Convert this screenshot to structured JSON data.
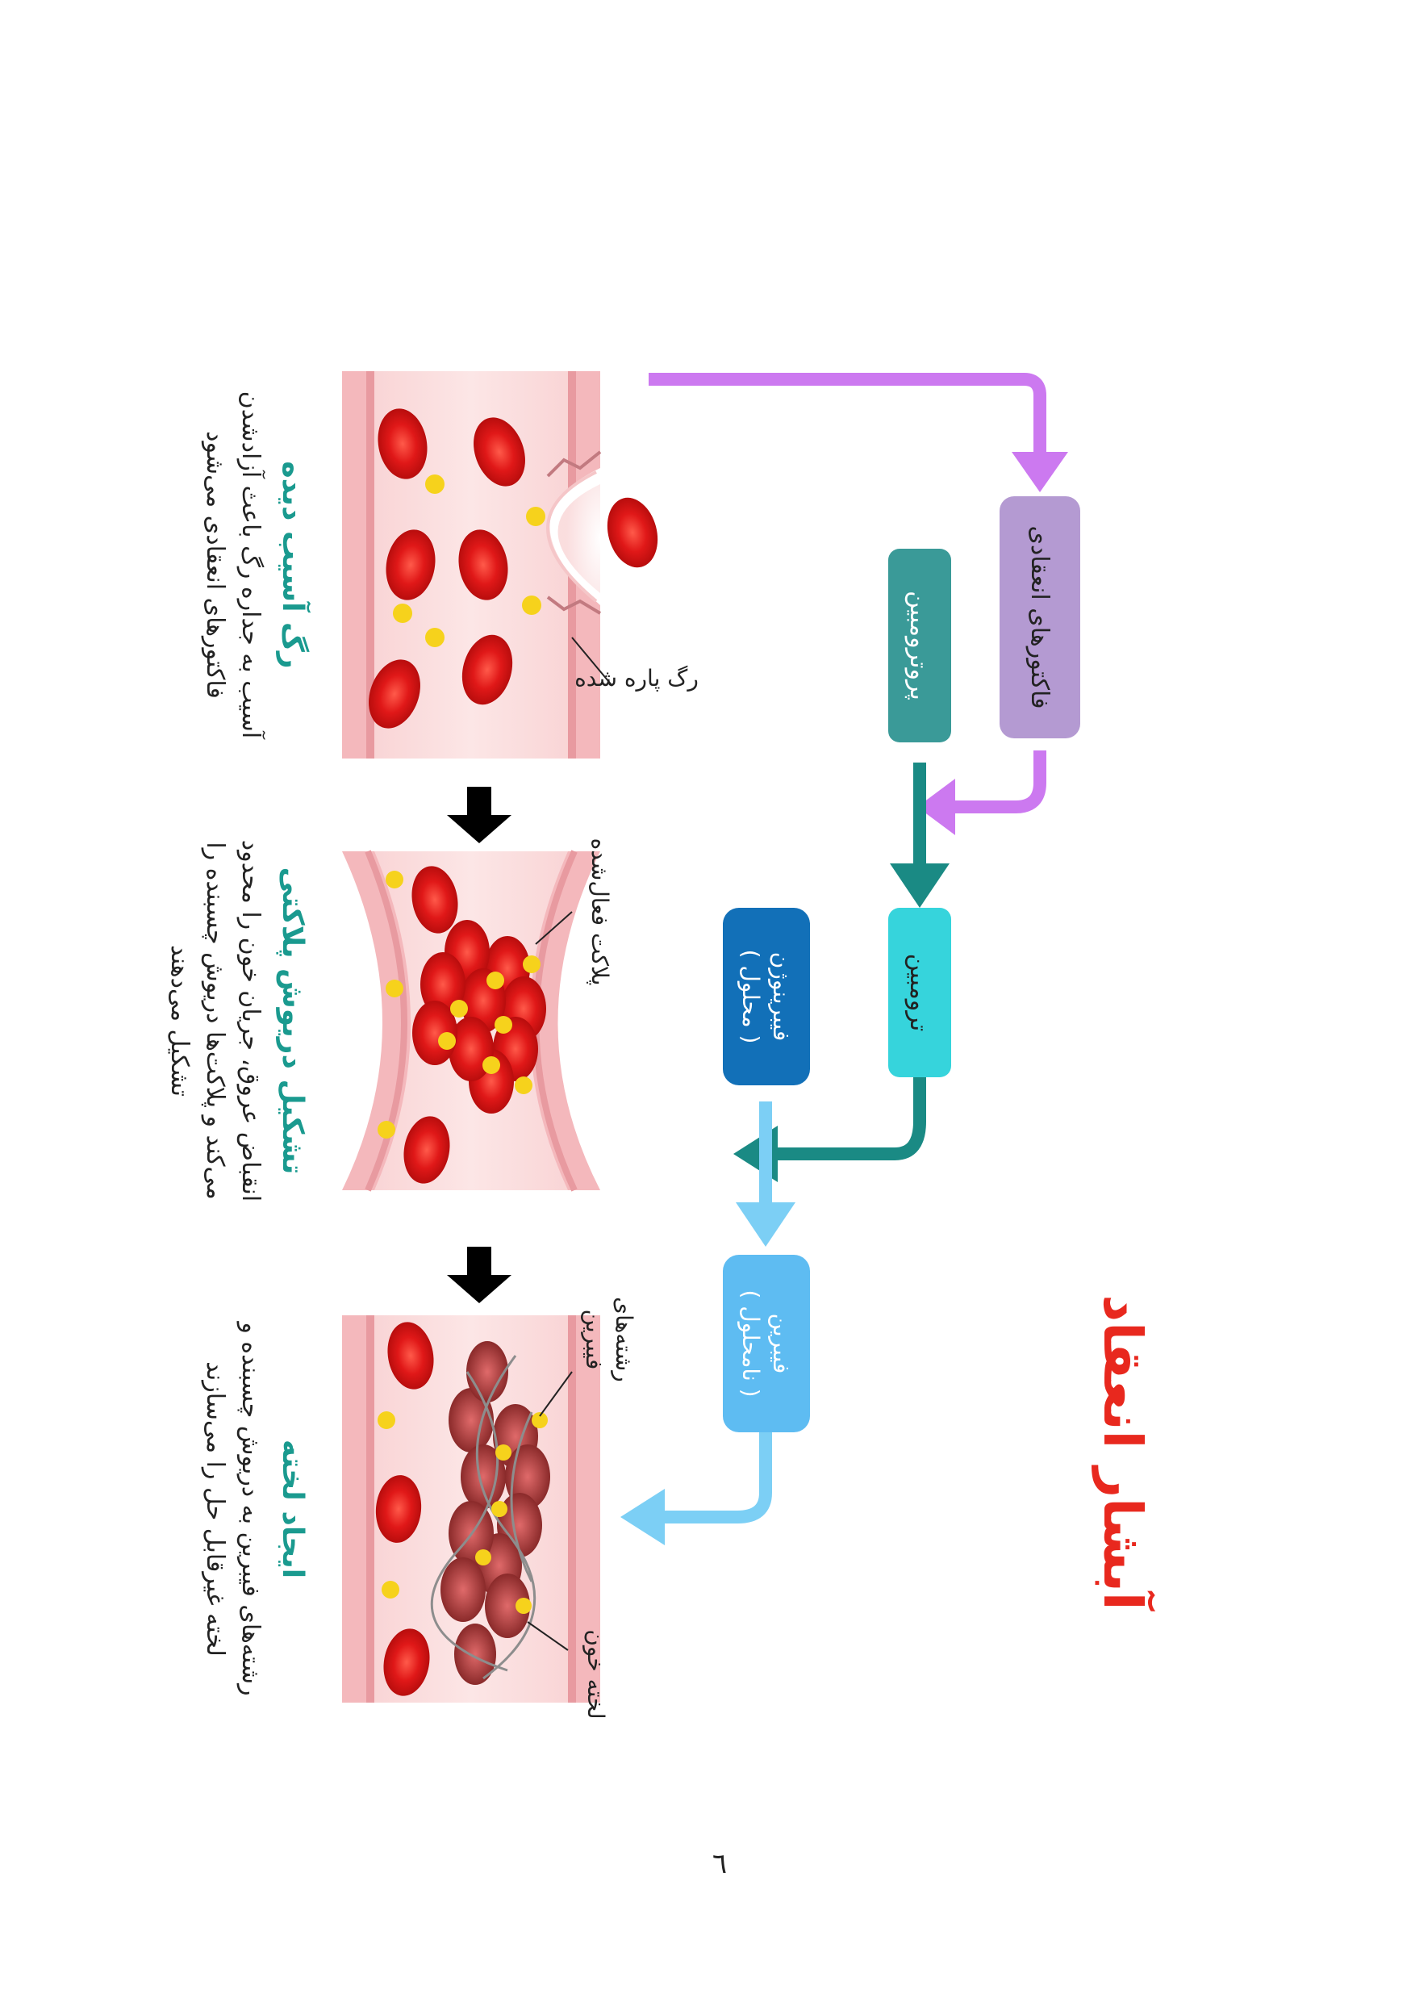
{
  "title": "آبشار انعقاد",
  "flow": {
    "coag_factors": "فاکتورهای انعقادی",
    "prothrombin": "پروترومبین",
    "thrombin": "ترومبین",
    "fibrinogen": {
      "line1": "فیبرینوژن",
      "line2": "( محلول )"
    },
    "fibrin": {
      "line1": "فیبرین",
      "line2": "( نامحلول )"
    }
  },
  "stages": [
    {
      "label": "رگ پاره شده",
      "heading": "رگ آسیب دیده",
      "desc1": "آسیب به جداره رگ باعث آزادشدن",
      "desc2": "فاکتورهای انعقادی می‌شود"
    },
    {
      "label": "پلاکت فعال‌شده",
      "heading": "تشکیل دریوش پلاکتی",
      "desc1": "انقباض عروق، جریان خون را محدود",
      "desc2": "می‌کند و پلاکت‌ها دریوش چسبنده را",
      "desc3": "تشکیل می‌دهند"
    },
    {
      "label1": "رشته‌های",
      "label2": "فیبرین",
      "label3": "لخته خون",
      "heading": "ایجاد لخته",
      "desc1": "رشته‌های فیبرین به دریوش چسبنده و",
      "desc2": "لخته غیرقابل حل را می‌سازند"
    }
  ],
  "page_number": "٦",
  "colors": {
    "title": "#e8281e",
    "heading": "#1a9a8f",
    "purple_arrow": "#cc79f0",
    "coag_box": "#b49ad2",
    "prothrombin_box": "#3a9a98",
    "thrombin_box": "#36d4dc",
    "teal_arrow": "#1a8a84",
    "fibrinogen_box": "#1270b8",
    "fibrin_box": "#5ebcf2",
    "blue_arrow": "#7ccff5",
    "rbc": "#e01818",
    "vessel": "#f4b8bc",
    "platelet": "#f6d21c"
  }
}
